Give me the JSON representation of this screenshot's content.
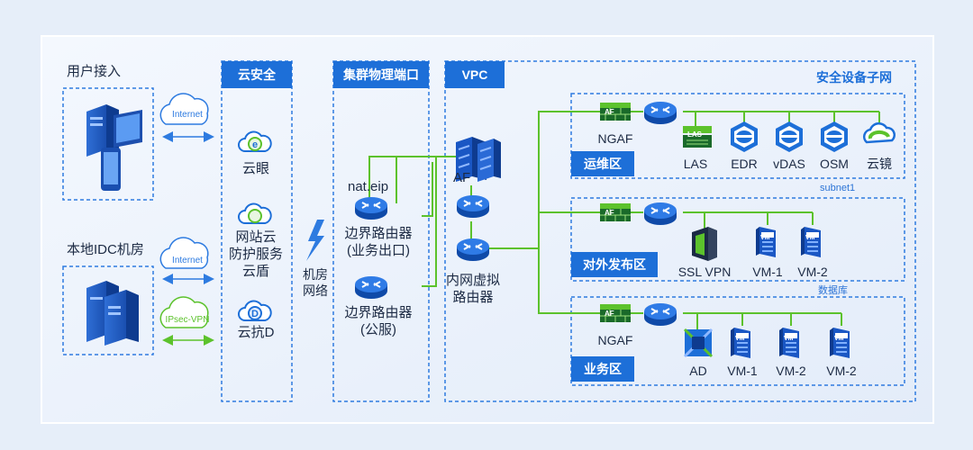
{
  "user_access": {
    "title": "用户接入",
    "tunnel_label": "Internet"
  },
  "idc": {
    "title": "本地IDC机房",
    "tunnel1_label": "Internet",
    "tunnel2_label": "IPsec-VPN"
  },
  "cloud_security": {
    "header": "云安全",
    "items": [
      "云眼",
      "网站云\n防护服务\n云盾",
      "云抗D"
    ],
    "icon_letters": [
      "e",
      "",
      "D"
    ]
  },
  "machine_room": {
    "label": "机房\n网络"
  },
  "cluster": {
    "header": "集群物理端口",
    "nat_label": "nat.eip",
    "router1": "边界路由器\n(业务出口)",
    "router2": "边界路由器\n(公服)"
  },
  "vpc": {
    "header": "VPC",
    "af_label": "AF",
    "inner_router": "内网虚拟\n路由器",
    "subnet_title": "安全设备子网"
  },
  "zones": {
    "ops": {
      "name": "运维区",
      "fw": "NGAF",
      "fw_badge": "AF",
      "tag": "subnet1",
      "devices": [
        "LAS",
        "EDR",
        "vDAS",
        "OSM",
        "云镜"
      ],
      "las_badge": "LAS"
    },
    "ext": {
      "name": "对外发布区",
      "fw_badge": "AF",
      "tag": "数据库",
      "devices": [
        "SSL VPN",
        "VM-1",
        "VM-2"
      ]
    },
    "biz": {
      "name": "业务区",
      "fw": "NGAF",
      "fw_badge": "AF",
      "devices": [
        "AD",
        "VM-1",
        "VM-2",
        "VM-2"
      ]
    }
  },
  "vm_badge": "VM",
  "colors": {
    "accent": "#1d6fd8",
    "link": "#5cc22c",
    "dash": "#2e7be0"
  }
}
